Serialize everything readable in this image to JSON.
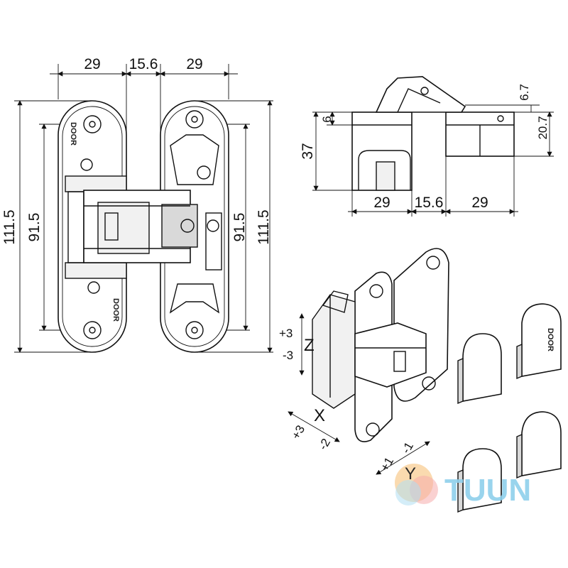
{
  "front_view": {
    "top_dims": [
      "29",
      "15.6",
      "29"
    ],
    "left_outer_height": "111.5",
    "left_inner_height": "91.5",
    "right_inner_height": "91.5",
    "right_outer_height": "111.5",
    "stamp_top": "DOOR",
    "stamp_bottom": "DOOR"
  },
  "side_view": {
    "height_left": "37",
    "dim_6": "6",
    "dim_6_7": "6.7",
    "dim_20_7": "20.7",
    "bottom_dims": [
      "29",
      "15.6",
      "29"
    ]
  },
  "adjustments": {
    "z_axis": "Z",
    "z_plus": "+3",
    "z_minus": "-3",
    "x_axis": "X",
    "x_plus": "+3",
    "x_minus": "-2",
    "y_axis": "Y",
    "y_plus": "+1",
    "y_minus": "-1"
  },
  "cap_stamp": "DOOR",
  "watermark": {
    "text": "TUUN",
    "color": "#8fd0ec"
  }
}
